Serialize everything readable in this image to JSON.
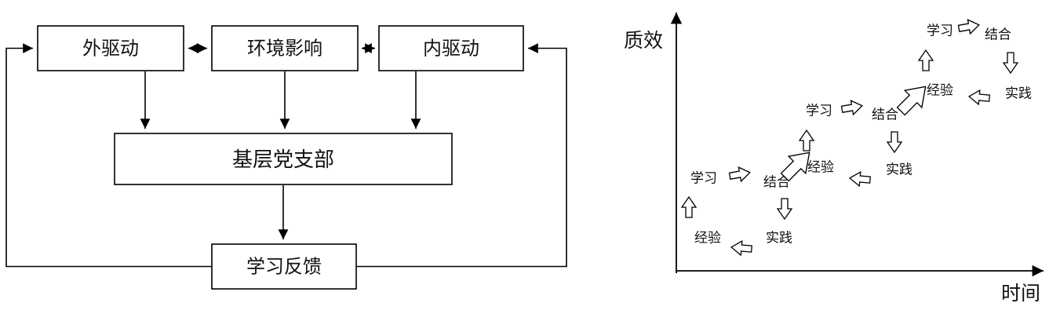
{
  "flowchart": {
    "external_drive": "外驱动",
    "environment_influence": "环境影响",
    "internal_drive": "内驱动",
    "party_branch": "基层党支部",
    "learning_feedback": "学习反馈"
  },
  "spiral_chart": {
    "y_axis_label": "质效",
    "x_axis_label": "时间",
    "cycles": [
      {
        "learn": "学习",
        "combine": "结合",
        "experience": "经验",
        "practice": "实践"
      },
      {
        "learn": "学习",
        "combine": "结合",
        "experience": "经验",
        "practice": "实践"
      },
      {
        "learn": "学习",
        "combine": "结合",
        "experience": "经验",
        "practice": "实践"
      }
    ]
  },
  "colors": {
    "line": "#000000",
    "background": "#ffffff"
  }
}
